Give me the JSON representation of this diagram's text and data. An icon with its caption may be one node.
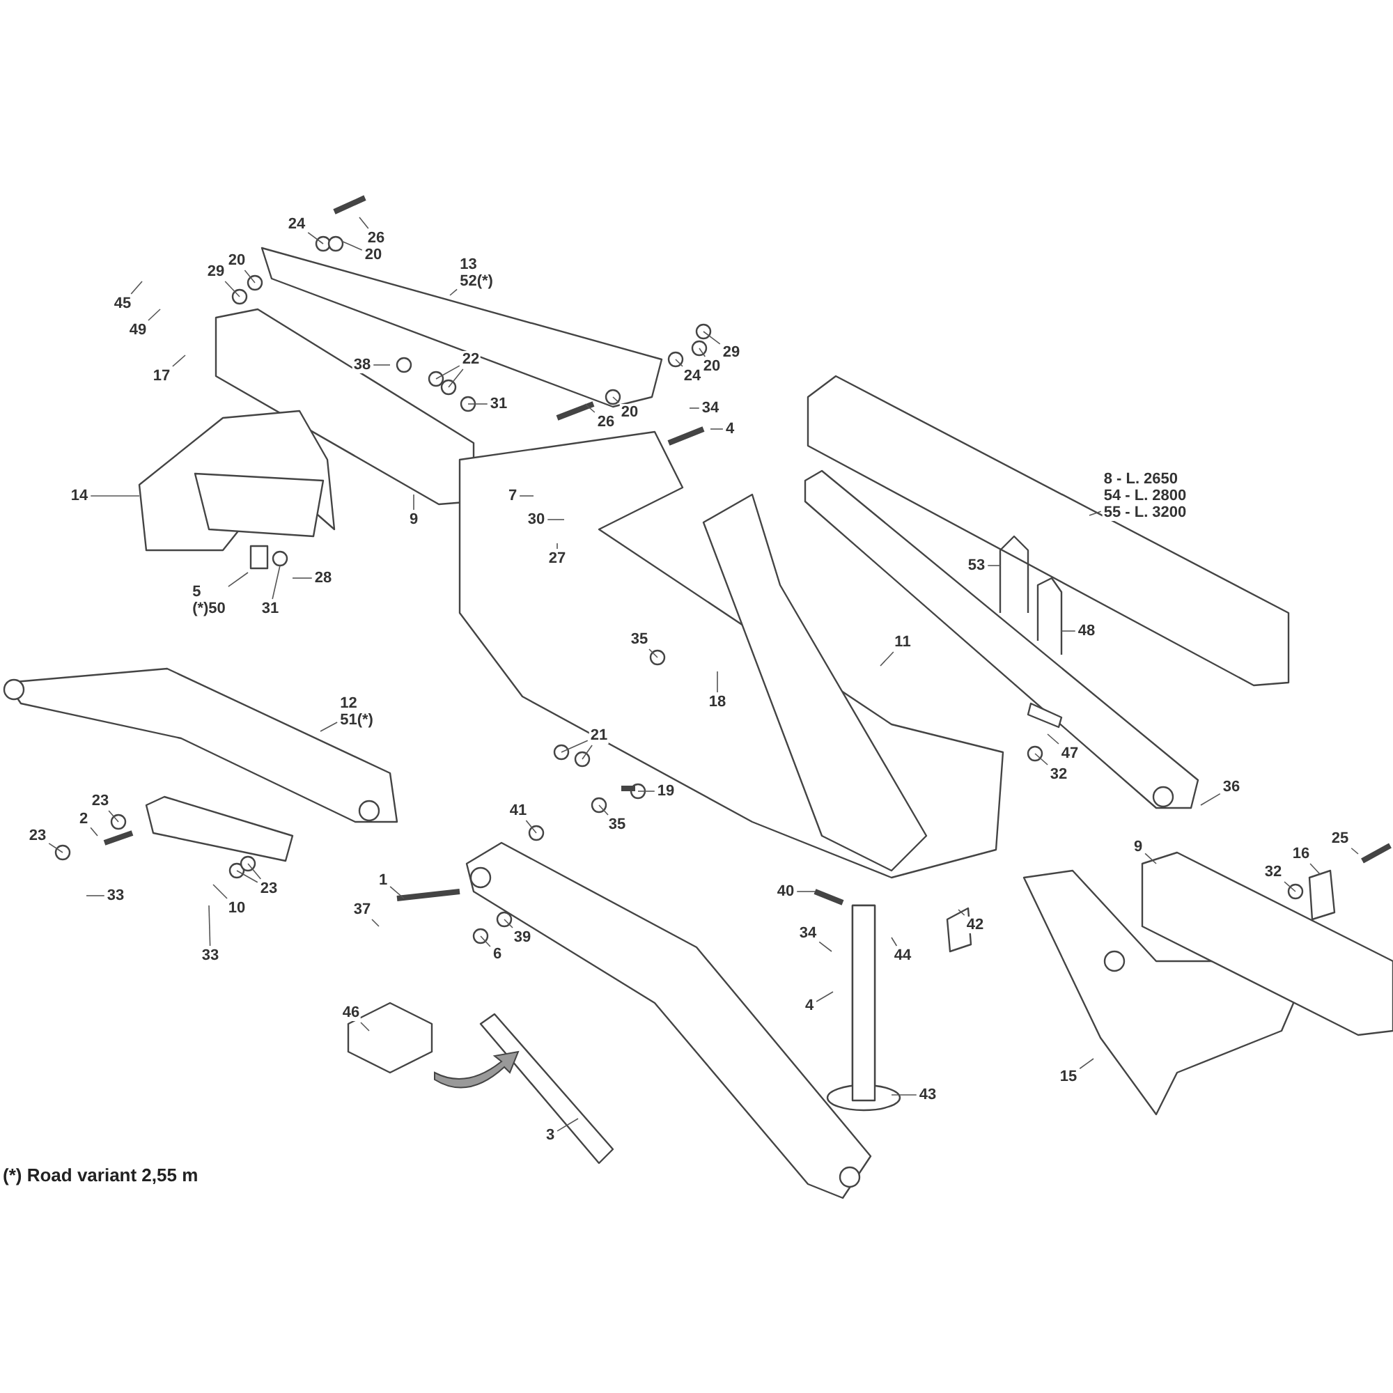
{
  "diagram": {
    "nodes": [
      {
        "text": [
          "24"
        ]
      },
      {
        "text": [
          "26"
        ]
      },
      {
        "text": [
          "20"
        ]
      },
      {
        "text": [
          "20"
        ]
      },
      {
        "text": [
          "29"
        ]
      },
      {
        "text": [
          "13",
          "52(*)"
        ]
      },
      {
        "text": [
          "45"
        ]
      },
      {
        "text": [
          "49"
        ]
      },
      {
        "text": [
          "17"
        ]
      },
      {
        "text": [
          "38"
        ]
      },
      {
        "text": [
          "22"
        ]
      },
      {
        "text": [
          "31"
        ]
      },
      {
        "text": [
          "26"
        ]
      },
      {
        "text": [
          "20"
        ]
      },
      {
        "text": [
          "24"
        ]
      },
      {
        "text": [
          "20"
        ]
      },
      {
        "text": [
          "29"
        ]
      },
      {
        "text": [
          "34"
        ]
      },
      {
        "text": [
          "4"
        ]
      },
      {
        "text": [
          "14"
        ]
      },
      {
        "text": [
          "9"
        ]
      },
      {
        "text": [
          "7"
        ]
      },
      {
        "text": [
          "30"
        ]
      },
      {
        "text": [
          "27"
        ]
      },
      {
        "text": [
          "5",
          "(*)50"
        ]
      },
      {
        "text": [
          "31"
        ]
      },
      {
        "text": [
          "28"
        ]
      },
      {
        "text": [
          "8  - L. 2650",
          "54 - L. 2800",
          "55 - L. 3200"
        ]
      },
      {
        "text": [
          "53"
        ]
      },
      {
        "text": [
          "48"
        ]
      },
      {
        "text": [
          "11"
        ]
      },
      {
        "text": [
          "35"
        ]
      },
      {
        "text": [
          "18"
        ]
      },
      {
        "text": [
          "12",
          "51(*)"
        ]
      },
      {
        "text": [
          "21"
        ]
      },
      {
        "text": [
          "19"
        ]
      },
      {
        "text": [
          "35"
        ]
      },
      {
        "text": [
          "47"
        ]
      },
      {
        "text": [
          "32"
        ]
      },
      {
        "text": [
          "36"
        ]
      },
      {
        "text": [
          "23"
        ]
      },
      {
        "text": [
          "2"
        ]
      },
      {
        "text": [
          "23"
        ]
      },
      {
        "text": [
          "33"
        ]
      },
      {
        "text": [
          "10"
        ]
      },
      {
        "text": [
          "23"
        ]
      },
      {
        "text": [
          "33"
        ]
      },
      {
        "text": [
          "41"
        ]
      },
      {
        "text": [
          "1"
        ]
      },
      {
        "text": [
          "37"
        ]
      },
      {
        "text": [
          "39"
        ]
      },
      {
        "text": [
          "6"
        ]
      },
      {
        "text": [
          "40"
        ]
      },
      {
        "text": [
          "34"
        ]
      },
      {
        "text": [
          "4"
        ]
      },
      {
        "text": [
          "42"
        ]
      },
      {
        "text": [
          "44"
        ]
      },
      {
        "text": [
          "43"
        ]
      },
      {
        "text": [
          "46"
        ]
      },
      {
        "text": [
          "3"
        ]
      },
      {
        "text": [
          "9"
        ]
      },
      {
        "text": [
          "16"
        ]
      },
      {
        "text": [
          "32"
        ]
      },
      {
        "text": [
          "25"
        ]
      },
      {
        "text": [
          "15"
        ]
      }
    ],
    "edges": [
      {
        "from": 0,
        "to": null,
        "arrow": "none"
      },
      {
        "from": 1,
        "to": null,
        "arrow": "none"
      },
      {
        "from": 2,
        "to": null,
        "arrow": "none"
      },
      {
        "from": 3,
        "to": null,
        "arrow": "none"
      },
      {
        "from": 4,
        "to": null,
        "arrow": "none"
      },
      {
        "from": 5,
        "to": null,
        "arrow": "none"
      },
      {
        "from": 6,
        "to": null,
        "arrow": "none"
      },
      {
        "from": 7,
        "to": null,
        "arrow": "none"
      },
      {
        "from": 8,
        "to": null,
        "arrow": "none"
      },
      {
        "from": 9,
        "to": null,
        "arrow": "none"
      },
      {
        "from": 10,
        "to": null,
        "arrow": "none"
      },
      {
        "from": 10,
        "to": null,
        "arrow": "none"
      },
      {
        "from": 11,
        "to": null,
        "arrow": "none"
      },
      {
        "from": 12,
        "to": null,
        "arrow": "none"
      },
      {
        "from": 13,
        "to": null,
        "arrow": "none"
      },
      {
        "from": 14,
        "to": null,
        "arrow": "none"
      },
      {
        "from": 15,
        "to": null,
        "arrow": "none"
      },
      {
        "from": 16,
        "to": null,
        "arrow": "none"
      },
      {
        "from": 17,
        "to": null,
        "arrow": "none"
      },
      {
        "from": 18,
        "to": null,
        "arrow": "none"
      },
      {
        "from": 19,
        "to": null,
        "arrow": "none"
      },
      {
        "from": 20,
        "to": null,
        "arrow": "none"
      },
      {
        "from": 21,
        "to": null,
        "arrow": "none"
      },
      {
        "from": 22,
        "to": null,
        "arrow": "none"
      },
      {
        "from": 23,
        "to": null,
        "arrow": "none"
      },
      {
        "from": 24,
        "to": null,
        "arrow": "none"
      },
      {
        "from": 25,
        "to": null,
        "arrow": "none"
      },
      {
        "from": 26,
        "to": null,
        "arrow": "none"
      },
      {
        "from": 27,
        "to": null,
        "arrow": "none"
      },
      {
        "from": 28,
        "to": null,
        "arrow": "none"
      },
      {
        "from": 29,
        "to": null,
        "arrow": "none"
      },
      {
        "from": 30,
        "to": null,
        "arrow": "none"
      },
      {
        "from": 31,
        "to": null,
        "arrow": "none"
      },
      {
        "from": 32,
        "to": null,
        "arrow": "none"
      },
      {
        "from": 33,
        "to": null,
        "arrow": "none"
      },
      {
        "from": 34,
        "to": null,
        "arrow": "none"
      },
      {
        "from": 34,
        "to": null,
        "arrow": "none"
      },
      {
        "from": 35,
        "to": null,
        "arrow": "none"
      },
      {
        "from": 36,
        "to": null,
        "arrow": "none"
      },
      {
        "from": 37,
        "to": null,
        "arrow": "none"
      },
      {
        "from": 38,
        "to": null,
        "arrow": "none"
      },
      {
        "from": 39,
        "to": null,
        "arrow": "none"
      },
      {
        "from": 40,
        "to": null,
        "arrow": "none"
      },
      {
        "from": 41,
        "to": null,
        "arrow": "none"
      },
      {
        "from": 42,
        "to": null,
        "arrow": "none"
      },
      {
        "from": 43,
        "to": null,
        "arrow": "none"
      },
      {
        "from": 44,
        "to": null,
        "arrow": "none"
      },
      {
        "from": 45,
        "to": null,
        "arrow": "none"
      },
      {
        "from": 45,
        "to": null,
        "arrow": "none"
      },
      {
        "from": 46,
        "to": null,
        "arrow": "none"
      },
      {
        "from": 47,
        "to": null,
        "arrow": "none"
      },
      {
        "from": 48,
        "to": null,
        "arrow": "none"
      },
      {
        "from": 49,
        "to": null,
        "arrow": "none"
      },
      {
        "from": 50,
        "to": null,
        "arrow": "none"
      },
      {
        "from": 51,
        "to": null,
        "arrow": "none"
      },
      {
        "from": 52,
        "to": null,
        "arrow": "none"
      },
      {
        "from": 53,
        "to": null,
        "arrow": "none"
      },
      {
        "from": 54,
        "to": null,
        "arrow": "none"
      },
      {
        "from": 55,
        "to": null,
        "arrow": "none"
      },
      {
        "from": 56,
        "to": null,
        "arrow": "none"
      },
      {
        "from": 57,
        "to": null,
        "arrow": "none"
      },
      {
        "from": 58,
        "to": null,
        "arrow": "none"
      },
      {
        "from": 59,
        "to": null,
        "arrow": "none"
      },
      {
        "from": 60,
        "to": null,
        "arrow": "none"
      },
      {
        "from": 61,
        "to": null,
        "arrow": "none"
      },
      {
        "from": 62,
        "to": null,
        "arrow": "none"
      },
      {
        "from": 63,
        "to": null,
        "arrow": "none"
      },
      {
        "from": 64,
        "to": null,
        "arrow": "none"
      }
    ],
    "labels": [
      "(*) Road variant 2,55 m"
    ]
  }
}
